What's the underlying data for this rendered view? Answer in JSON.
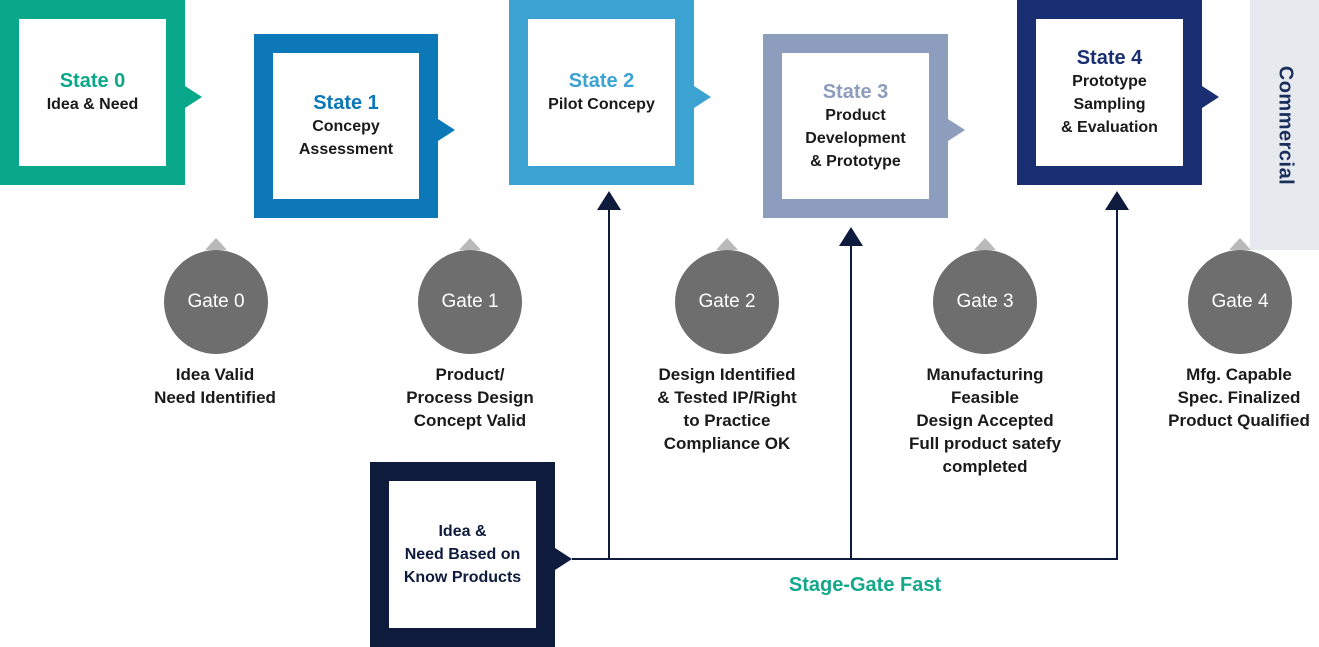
{
  "states": [
    {
      "title": "State 0",
      "desc": "Idea & Need",
      "color": "#0aa88a"
    },
    {
      "title": "State 1",
      "desc": "Concepy\nAssessment",
      "color": "#0c78b7"
    },
    {
      "title": "State 2",
      "desc": "Pilot Concepy",
      "color": "#3ca2d2"
    },
    {
      "title": "State 3",
      "desc": "Product\nDevelopment\n& Prototype",
      "color": "#8d9dbd"
    },
    {
      "title": "State 4",
      "desc": "Prototype\nSampling\n& Evaluation",
      "color": "#1a2e72"
    }
  ],
  "gates": [
    {
      "label": "Gate 0",
      "text": "Idea Valid\nNeed Identified"
    },
    {
      "label": "Gate 1",
      "text": "Product/\nProcess Design\nConcept Valid"
    },
    {
      "label": "Gate 2",
      "text": "Design Identified\n& Tested IP/Right\nto Practice\nCompliance OK"
    },
    {
      "label": "Gate 3",
      "text": "Manufacturing\nFeasible\nDesign Accepted\nFull product satefy\ncompleted"
    },
    {
      "label": "Gate 4",
      "text": "Mfg. Capable\nSpec. Finalized\nProduct Qualified"
    }
  ],
  "commercial": "Commercial",
  "fast_box": {
    "desc": "Idea &\nNeed Based on\nKnow Products",
    "color": "#0e1b3d"
  },
  "fast_label": "Stage-Gate Fast",
  "colors": {
    "gate_fill": "#6e6e6e",
    "gate_tip": "#b9b9b9",
    "connector": "#0e1b3d",
    "fast_label": "#14a88a",
    "commercial_bg": "#e6e9ee"
  }
}
